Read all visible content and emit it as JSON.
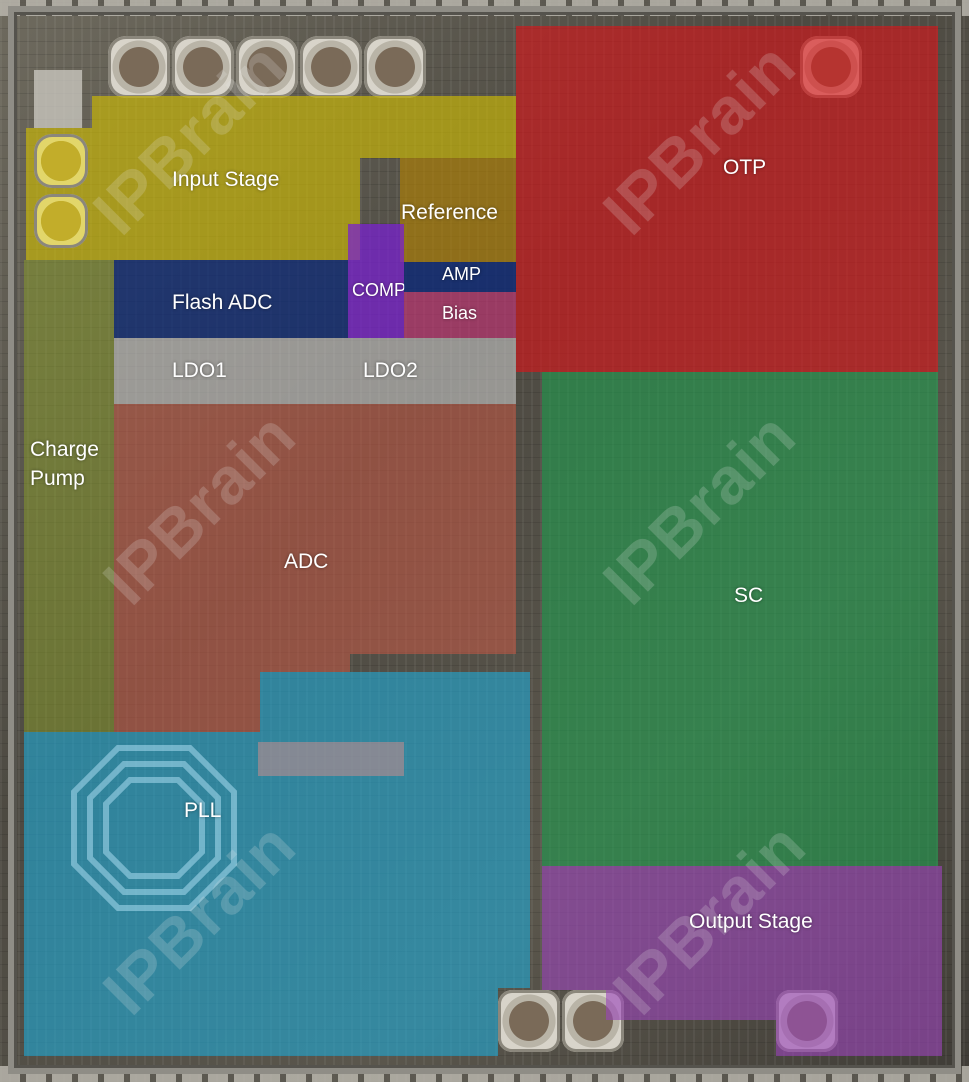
{
  "colors": {
    "yellow": "#c8b400",
    "red": "#d4141a",
    "green": "#1a9a4a",
    "navy": "#0d2a78",
    "purple": "#7a1fd0",
    "salmon": "#c85a48",
    "cyan": "#1aa8d8",
    "violet": "#9a4ab8",
    "olive": "#8a9a2a",
    "ldo": "#c8c8c8",
    "bias": "#c83278",
    "reference": "#b48a00"
  },
  "blocks": {
    "input_stage": "Input Stage",
    "reference": "Reference",
    "flash_adc": "Flash ADC",
    "comp": "COMP",
    "amp": "AMP",
    "bias": "Bias",
    "ldo1": "LDO1",
    "ldo2": "LDO2",
    "charge_pump_line1": "Charge",
    "charge_pump_line2": "Pump",
    "adc": "ADC",
    "pll": "PLL",
    "otp": "OTP",
    "sc": "SC",
    "output_stage": "Output Stage"
  },
  "watermark": "IPBrain"
}
